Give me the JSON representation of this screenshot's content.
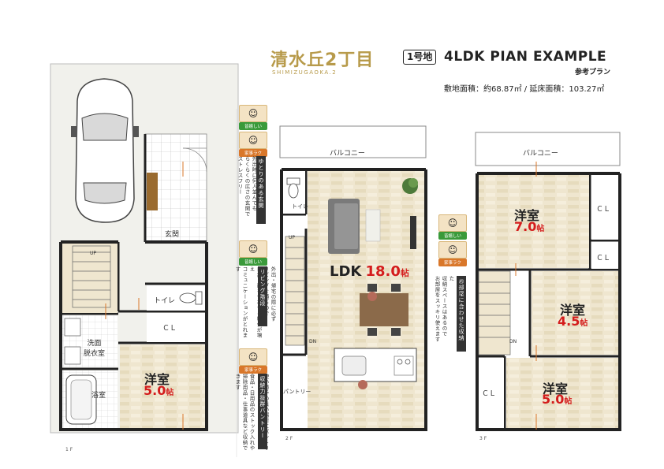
{
  "header": {
    "title_jp": "清水丘2丁目",
    "title_en": "SHIMIZUGAOKA.2",
    "lot_badge": "1号地",
    "plan_title": "4LDK PIAN EXAMPLE",
    "subtitle": "参考プラン",
    "area_text": "敷地面積：約68.87㎡ / 延床面積：103.27㎡"
  },
  "colors": {
    "title_gold": "#b79a4a",
    "wall": "#222222",
    "floor_wood": "#efe6cf",
    "tile": "#ffffff",
    "ldk_red": "#d41c1c"
  },
  "floor1": {
    "label": "1 F",
    "entrance": "玄関",
    "toilet": "トイレ",
    "closet": "ＣＬ",
    "washroom": "洗面\n脱衣室",
    "bath": "浴室",
    "bedroom_name": "洋室",
    "bedroom_size": "5.0",
    "unit": "帖",
    "stair_up": "UP"
  },
  "floor2": {
    "label": "2 F",
    "balcony": "バルコニー",
    "toilet": "トイレ",
    "ldk_name": "LDK",
    "ldk_size": "18.0",
    "unit": "帖",
    "pantry": "パントリー",
    "stair_up": "UP",
    "stair_dn": "DN"
  },
  "floor3": {
    "label": "3 F",
    "balcony": "バルコニー",
    "room1_name": "洋室",
    "room1_size": "7.0",
    "room2_name": "洋室",
    "room2_size": "4.5",
    "room3_name": "洋室",
    "room3_size": "5.0",
    "unit": "帖",
    "cl1": "ＣＬ",
    "cl2": "ＣＬ",
    "cl3": "ＣＬ",
    "stair_dn": "DN"
  },
  "callouts": {
    "c1": {
      "badge_a": "皆嬉しい",
      "badge_b": "家事ラク",
      "title": "ゆとりのある玄関",
      "text": "外出時に何人並んでも\nらくらくの広さの玄関で\nストレスフリー"
    },
    "c2": {
      "badge_a": "皆嬉しい",
      "title": "リビング階段",
      "text": "外出・帰宅の際に必ず\nリビングを通るので\n自然と顔を合わせる機会が増え\nコミュニケーションがとれます"
    },
    "c3": {
      "badge_a": "家事ラク",
      "title": "収納力抜群パントリー",
      "text": "使い勝手の良い場所にパントリー\n食品・日用品のストック入れや\n掃除用品・仕事道具など収納できます"
    },
    "c4": {
      "badge_a": "皆嬉しい",
      "badge_b": "家事ラク",
      "title": "お部屋に合わせた収納",
      "text": "各お部屋の大きさに合わせた\n収納スペースはあるので\nお部屋をスッキリ使えます"
    }
  }
}
